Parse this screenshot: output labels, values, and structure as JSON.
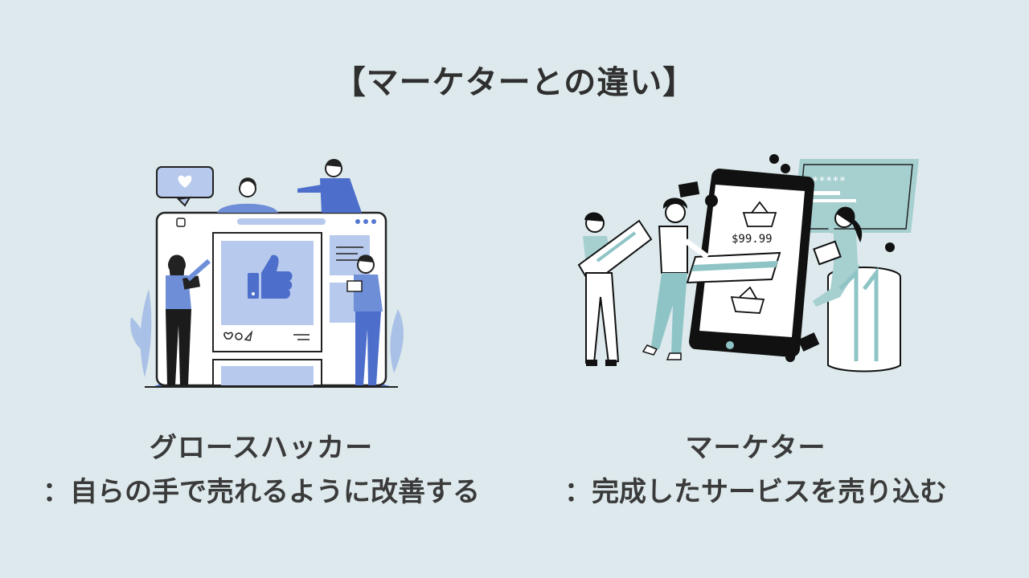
{
  "title": "【マーケターとの違い】",
  "left": {
    "name": "グロースハッカー",
    "description": "：自らの手で売れるように改善する",
    "icons": [
      "heart-bubble-icon",
      "thumbs-up-icon",
      "social-feed-window"
    ]
  },
  "right": {
    "name": "マーケター",
    "description": "：完成したサービスを売り込む",
    "price": "$99.99",
    "password_mask": "*****",
    "icons": [
      "smartphone-icon",
      "shopping-basket-icon",
      "credit-card-icon"
    ]
  },
  "colors": {
    "background": "#dde9ec",
    "blue_accent": "#5577cc",
    "teal_accent": "#8fc4c6",
    "dark": "#1f1f1f"
  }
}
